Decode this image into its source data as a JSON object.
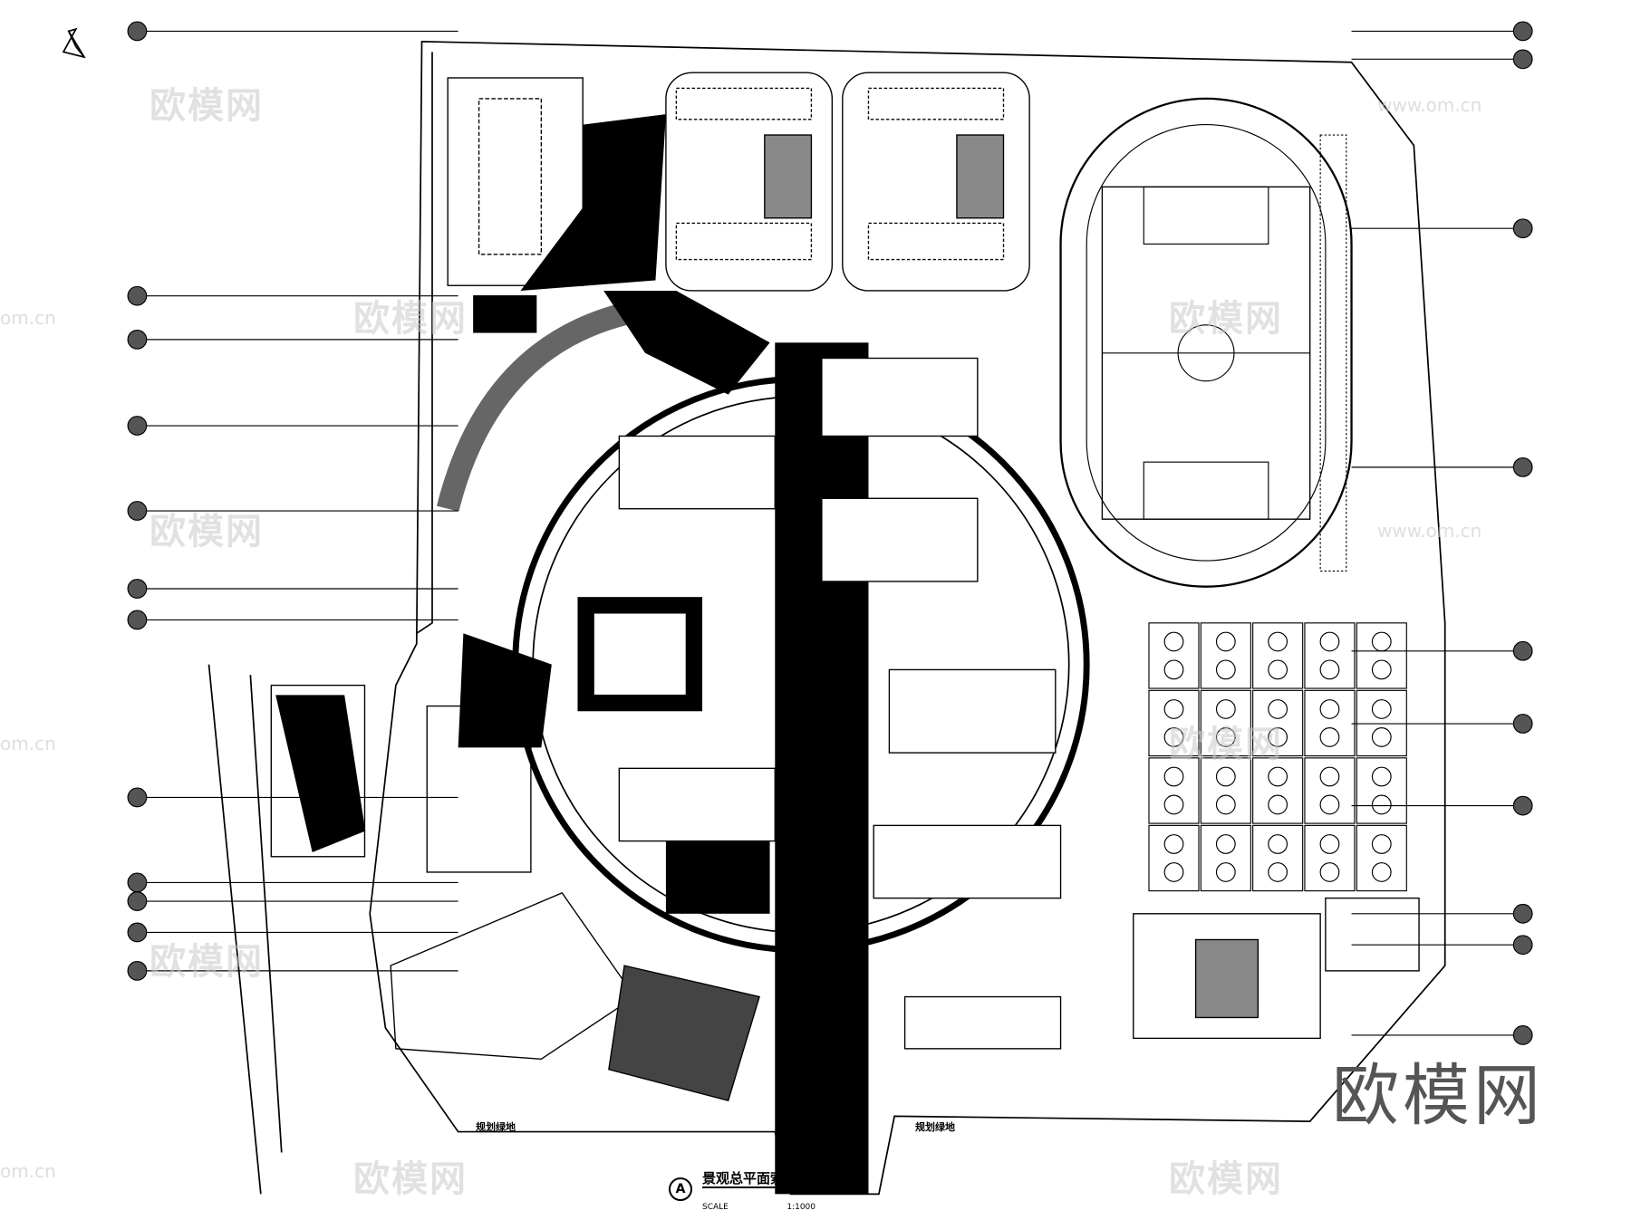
{
  "drawing": {
    "title": "景观总平面索引图",
    "title_mark": "A",
    "scale_label": "SCALE",
    "scale_value": "1:1000",
    "green_label_left": "规划绿地",
    "green_label_right": "规划绿地"
  },
  "watermark": {
    "text": "欧模网",
    "url": "www.om.cn",
    "url_short": "om.cn"
  },
  "colors": {
    "ink": "#000000",
    "paper": "#ffffff"
  }
}
